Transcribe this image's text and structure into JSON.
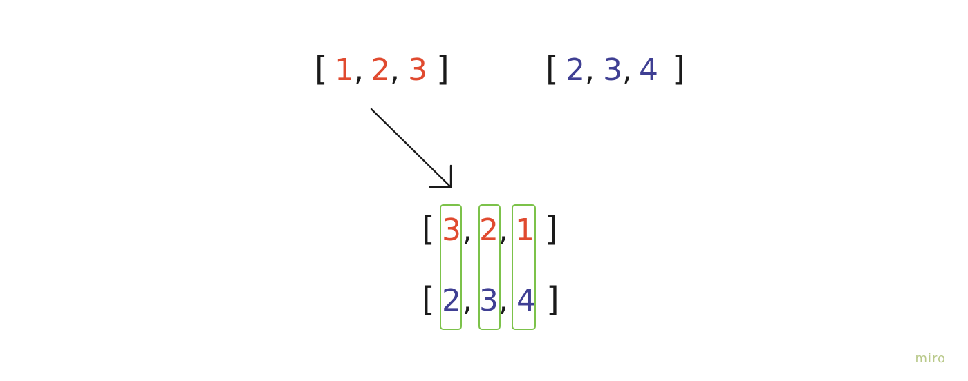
{
  "brackets": {
    "open": "[",
    "close": "]"
  },
  "separator": ",",
  "colors": {
    "red": "#e04a2f",
    "blue": "#3f3f93",
    "box": "#7cc24a",
    "ink": "#1a1a1a"
  },
  "top_left_array": [
    "1",
    "2",
    "3"
  ],
  "top_right_array": [
    "2",
    "3",
    "4"
  ],
  "bottom_red_array": [
    "3",
    "2",
    "1"
  ],
  "bottom_blue_array": [
    "2",
    "3",
    "4"
  ],
  "watermark": "miro"
}
